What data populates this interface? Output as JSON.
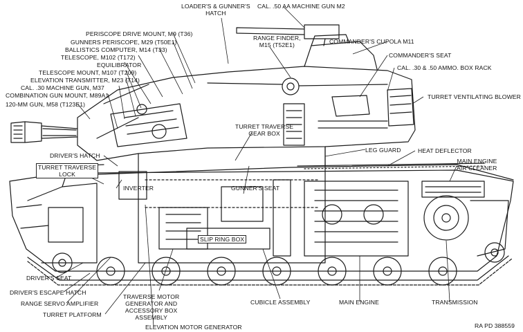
{
  "diagram": {
    "labels": {
      "loaders_hatch": "LOADER'S & GUNNER'S\nHATCH",
      "aa_gun": "CAL. .50 AA MACHINE GUN  M2",
      "periscope_drive": "PERISCOPE DRIVE MOUNT, M9 (T36)",
      "gunners_periscope": "GUNNERS PERISCOPE, M29 (T50E1)",
      "ballistics_computer": "BALLISTICS COMPUTER, M14 (T33)",
      "telescope_m102": "TELESCOPE, M102 (T172)",
      "equilibrator": "EQUILIBRATOR",
      "telescope_mount": "TELESCOPE MOUNT, M107 (T209)",
      "elevation_transmitter": "ELEVATION TRANSMITTER, M23 (T14)",
      "mg_30": "CAL. .30 MACHINE GUN, M37",
      "combination_mount": "COMBINATION GUN MOUNT, M89A1",
      "main_gun": "120-MM GUN, M58 (T123E1)",
      "range_finder": "RANGE FINDER,\nM15 (T52E1)",
      "commanders_cupola": "COMMANDER'S CUPOLA M11",
      "commanders_seat": "COMMANDER'S SEAT",
      "ammo_rack": "CAL. .30 & .50 AMMO. BOX RACK",
      "turret_blower": "TURRET VENTILATING BLOWER",
      "turret_traverse_gearbox": "TURRET TRAVERSE\nGEAR BOX",
      "leg_guard": "LEG GUARD",
      "heat_deflector": "HEAT DEFLECTOR",
      "drivers_hatch": "DRIVER'S HATCH",
      "turret_traverse_lock": "TURRET TRAVERSE\nLOCK",
      "main_engine_air_cleaner": "MAIN ENGINE\nAIR CLEANER",
      "gunners_seat": "GUNNER'S SEAT",
      "inverter": "INVERTER",
      "slip_ring_box": "SLIP RING BOX",
      "drivers_seat": "DRIVER'S SEAT",
      "drivers_escape_hatch": "DRIVER'S ESCAPE HATCH",
      "range_servo_amplifier": "RANGE SERVO AMPLIFIER",
      "turret_platform": "TURRET PLATFORM",
      "traverse_motor_generator": "TRAVERSE MOTOR\nGENERATOR AND\nACCESSORY BOX\nASSEMBLY",
      "elevation_motor_generator": "ELEVATION MOTOR GENERATOR",
      "cubicle_assembly": "CUBICLE ASSEMBLY",
      "main_engine": "MAIN ENGINE",
      "transmission": "TRANSMISSION",
      "plate_id": "RA PD 388559"
    }
  }
}
